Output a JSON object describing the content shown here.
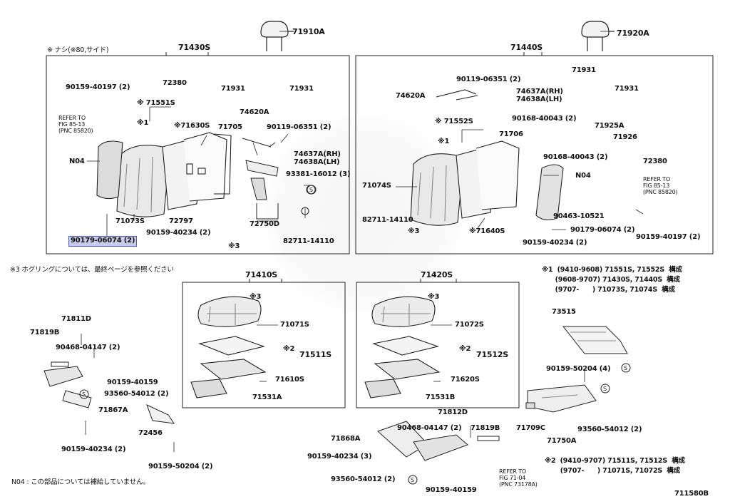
{
  "labels": {
    "p71910A": "71910A",
    "p71920A": "71920A",
    "p71430S": "71430S",
    "p71440S": "71440S",
    "note_nashi": "※ ナシ(※80,サイド)",
    "l_72380a": "72380",
    "l_90159_40197a": "90159-40197 (2)",
    "l_71931a": "71931",
    "l_71931b": "71931",
    "l_71551S": "※ 71551S",
    "l_x1a": "※1",
    "l_refer_a": "REFER TO\nFIG 85-13\n(PNC 85820)",
    "l_71630S": "※71630S",
    "l_71705": "71705",
    "l_74620A_l": "74620A",
    "l_90119_l": "90119-06351 (2)",
    "l_74637A_l": "74637A(RH)",
    "l_74638A_l": "74638A(LH)",
    "l_93381": "93381-16012 (3)",
    "l_N04a": "N04",
    "l_71073S": "71073S",
    "l_72797": "72797",
    "l_90159_40234a": "90159-40234 (2)",
    "l_72750D": "72750D",
    "l_82711a": "82711-14110",
    "l_x3a": "※3",
    "l_90179_hl": "90179-06074 (2)",
    "l_90119_r": "90119-06351 (2)",
    "l_74620A_r": "74620A",
    "l_74637A_r": "74637A(RH)",
    "l_74638A_r": "74638A(LH)",
    "l_71931c": "71931",
    "l_71931d": "71931",
    "l_90168a": "90168-40043 (2)",
    "l_71925A": "71925A",
    "l_71552S": "※ 71552S",
    "l_71706": "71706",
    "l_71926": "71926",
    "l_x1b": "※1",
    "l_90168b": "90168-40043 (2)",
    "l_72380b": "72380",
    "l_N04b": "N04",
    "l_refer_b": "REFER TO\nFIG 85-13\n(PNC 85820)",
    "l_71074S": "71074S",
    "l_82711b": "82711-14110",
    "l_x3b": "※3",
    "l_71640S": "※71640S",
    "l_90463": "90463-10521",
    "l_90179b": "90179-06074 (2)",
    "l_90159_40197b": "90159-40197 (2)",
    "l_90159_40234b": "90159-40234 (2)",
    "note_x3": "※3  ホグリングについては、最終ページを参照ください",
    "p71410S": "71410S",
    "p71420S": "71420S",
    "l_x3c": "※3",
    "l_x3d": "※3",
    "l_71071S": "71071S",
    "l_71072S": "71072S",
    "l_x2a": "※2",
    "l_71511S": "71511S",
    "l_x2b": "※2",
    "l_71512S": "71512S",
    "l_71610S": "71610S",
    "l_71620S": "71620S",
    "l_71531A": "71531A",
    "l_71531B": "71531B",
    "note_x1_l1": "※1  (9410-9608) 71551S, 71552S  構成",
    "note_x1_l2": "      (9608-9707) 71430S, 71440S  構成",
    "note_x1_l3": "      (9707-      ) 71073S, 71074S  構成",
    "l_73515": "73515",
    "l_90159_50204a": "90159-50204 (4)",
    "l_71811D": "71811D",
    "l_71819B_a": "71819B",
    "l_90468a": "90468-04147 (2)",
    "l_90159_40159a": "90159-40159",
    "l_93560a": "93560-54012 (2)",
    "l_71867A": "71867A",
    "l_72456": "72456",
    "l_90159_40234c": "90159-40234 (2)",
    "l_90159_50204b": "90159-50204 (2)",
    "l_71812D": "71812D",
    "l_90468b": "90468-04147 (2)",
    "l_71819B_b": "71819B",
    "l_71868A": "71868A",
    "l_90159_40234d": "90159-40234 (3)",
    "l_93560b": "93560-54012 (2)",
    "l_refer_c": "REFER TO\nFIG 71-04\n(PNC 73178A)",
    "l_90159_40159b": "90159-40159",
    "l_71709C": "71709C",
    "l_71750A": "71750A",
    "l_93560c": "93560-54012 (2)",
    "note_x2": "※2  (9410-9707) 71511S, 71512S  構成\n       (9707-      ) 71071S, 71072S  構成",
    "note_n04": "N04 : この部品については補給していません。",
    "fig_code": "711580B"
  }
}
